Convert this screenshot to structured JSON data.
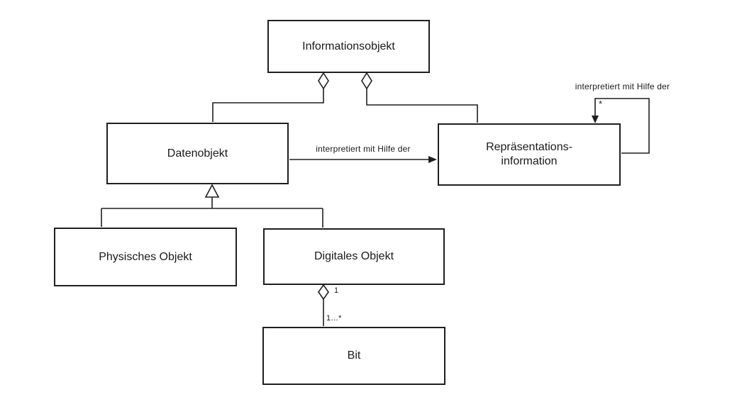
{
  "diagram": {
    "kind": "uml-class-diagram",
    "background_color": "#ffffff",
    "line_color": "#1f1f1f",
    "nodes": {
      "informationsobjekt": {
        "label": "Informationsobjekt"
      },
      "datenobjekt": {
        "label": "Datenobjekt"
      },
      "repraesentationsinformation": {
        "line1": "Repräsentations-",
        "line2": "information"
      },
      "physisches_objekt": {
        "label": "Physisches Objekt"
      },
      "digitales_objekt": {
        "label": "Digitales Objekt"
      },
      "bit": {
        "label": "Bit"
      }
    },
    "edges": {
      "informationsobjekt_datenobjekt": {
        "type": "aggregation"
      },
      "informationsobjekt_repraesentationsinformation": {
        "type": "aggregation"
      },
      "datenobjekt_repraesentationsinformation": {
        "type": "directed-association",
        "label": "interpretiert mit Hilfe der"
      },
      "repraesentationsinformation_self": {
        "type": "directed-association-self-loop",
        "label": "interpretiert mit Hilfe der",
        "multiplicity": "*"
      },
      "datenobjekt_generalization": {
        "type": "generalization",
        "subclasses": [
          "Physisches Objekt",
          "Digitales Objekt"
        ]
      },
      "digitales_objekt_bit": {
        "type": "aggregation",
        "multiplicity_whole": "1",
        "multiplicity_part": "1…*"
      }
    }
  }
}
